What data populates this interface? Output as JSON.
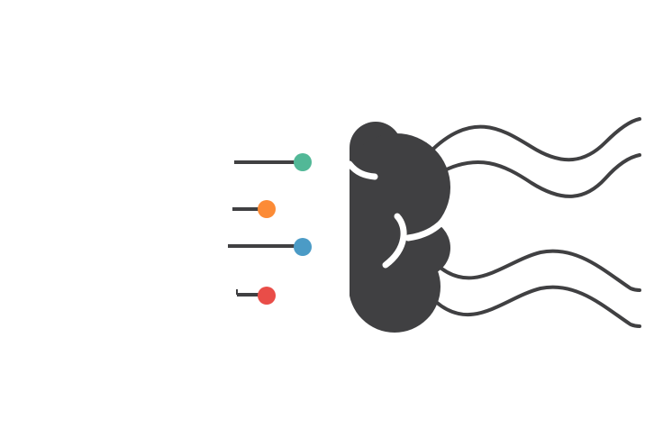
{
  "colors": {
    "background": "#ffffff",
    "brain": "#404042",
    "connector": "#404042",
    "highlight": "#ffffff"
  },
  "nodes": [
    {
      "name": "green-node",
      "color": "#52b897"
    },
    {
      "name": "orange-node",
      "color": "#fc8b36"
    },
    {
      "name": "blue-node",
      "color": "#4b9bc6"
    },
    {
      "name": "red-node",
      "color": "#e94d48"
    }
  ],
  "icons": {
    "brain": "brain-icon",
    "waves": "wave-lines"
  }
}
